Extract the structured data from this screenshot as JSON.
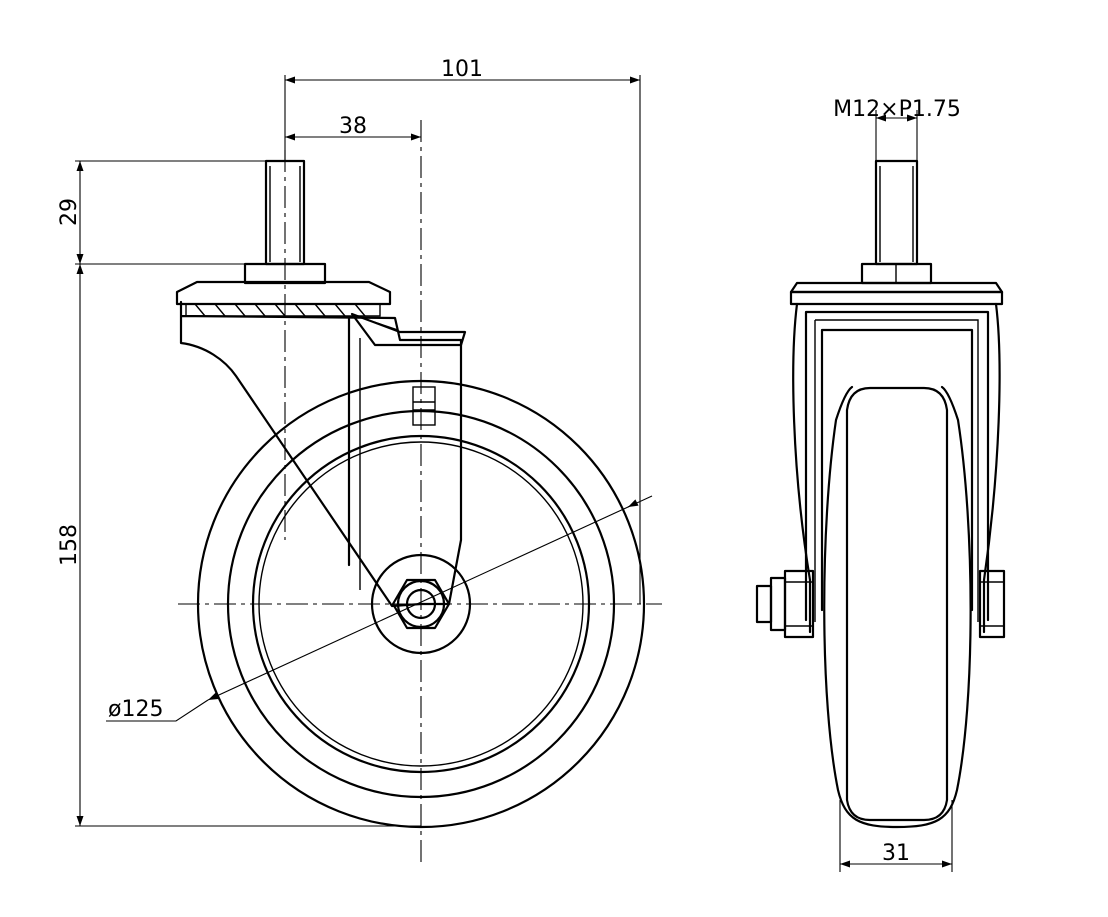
{
  "drawing": {
    "dimensions": {
      "width_overall": "101",
      "offset": "38",
      "stem_length": "29",
      "height": "158",
      "wheel_diameter": "ø125",
      "thread": "M12×P1.75",
      "wheel_width": "31"
    }
  }
}
